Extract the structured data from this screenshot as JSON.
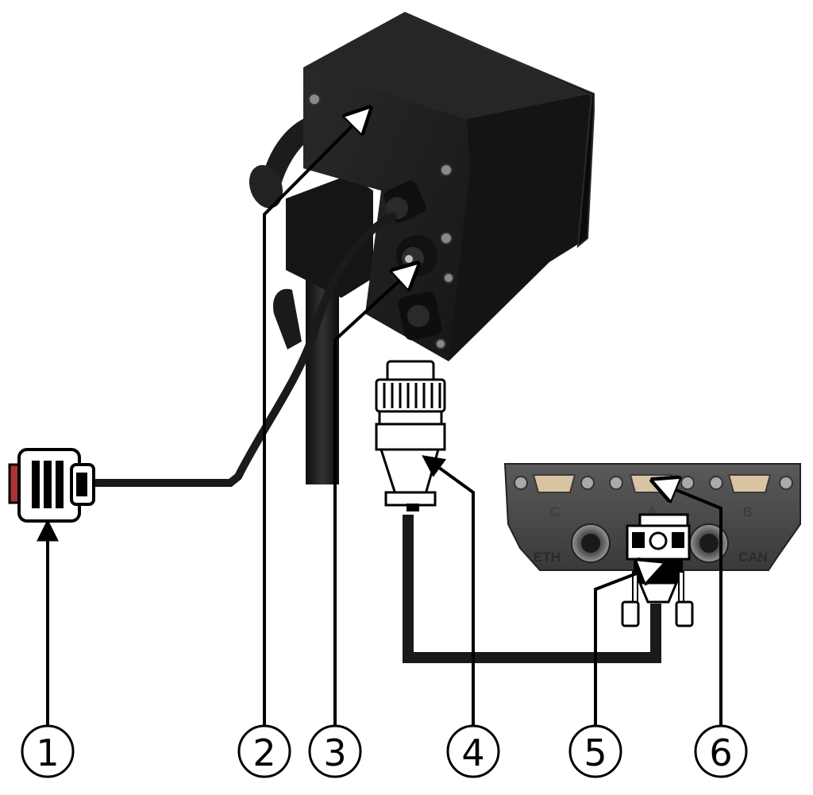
{
  "callouts": [
    {
      "number": "1"
    },
    {
      "number": "2"
    },
    {
      "number": "3"
    },
    {
      "number": "4"
    },
    {
      "number": "5"
    },
    {
      "number": "6"
    }
  ],
  "ports": {
    "c": "C",
    "a": "A",
    "b": "B",
    "eth": "ETH",
    "can": "CAN"
  },
  "colors": {
    "housing": "#1e1e1e",
    "housing_side": "#141414",
    "cable": "#1a1a1a",
    "panel": "#4a4a4a",
    "connector_tan": "#d8c4a2"
  }
}
